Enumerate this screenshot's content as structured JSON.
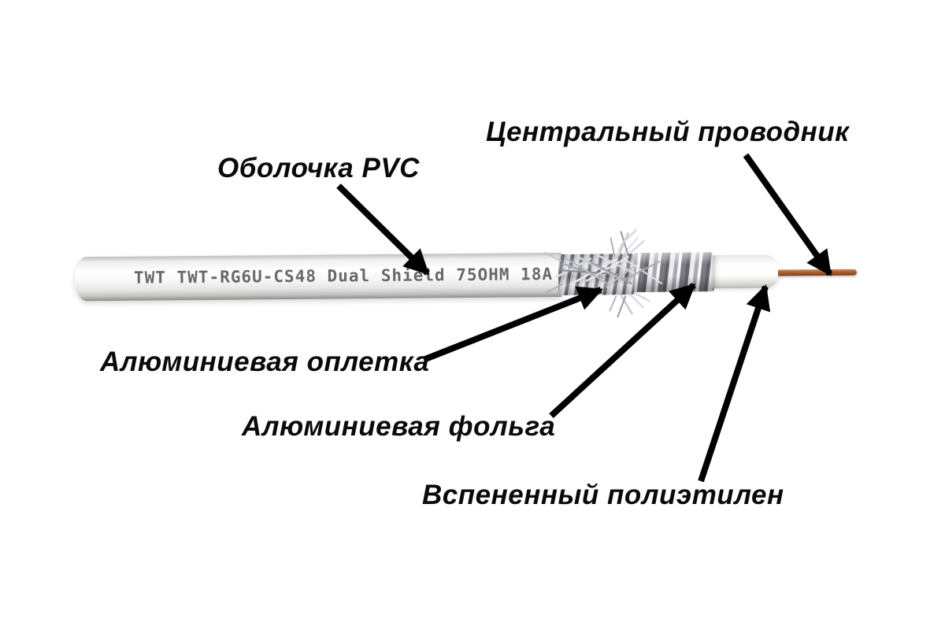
{
  "labels": {
    "center_conductor": "Центральный проводник",
    "jacket_pvc": "Оболочка PVC",
    "aluminum_braid": "Алюминиевая оплетка",
    "aluminum_foil": "Алюминиевая фольга",
    "foamed_pe": "Вспененный полиэтилен"
  },
  "cable": {
    "print_text": "TWT TWT-RG6U-CS48 Dual Shield 75OHM 18A"
  },
  "colors": {
    "background": "#ffffff",
    "label_text": "#0a0a0a",
    "arrow": "#000000",
    "jacket_print": "#54545a",
    "copper": "#a65f30"
  }
}
